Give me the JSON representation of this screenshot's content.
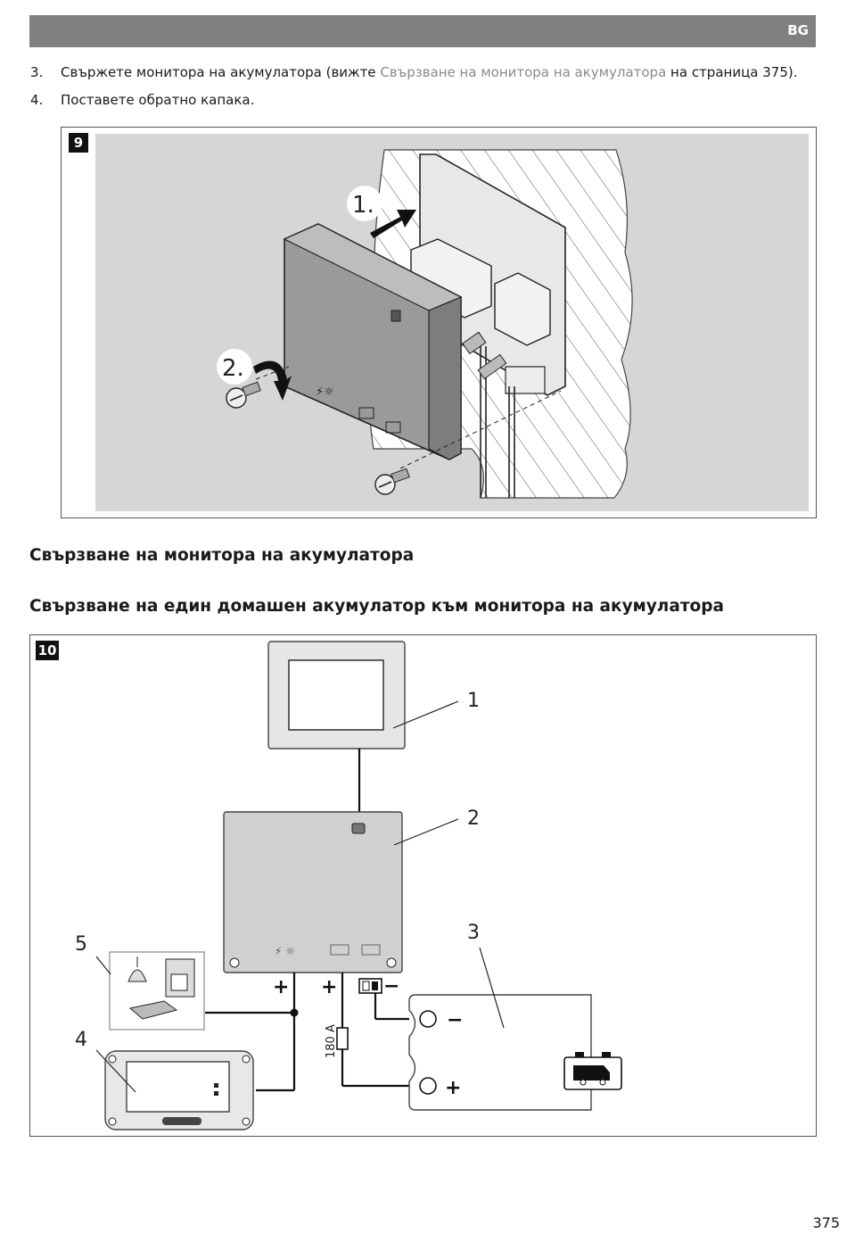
{
  "header": {
    "lang": "BG"
  },
  "steps": [
    {
      "num": "3.",
      "text_before": "Свържете монитора на акумулатора (вижте ",
      "link": "Свързване на монитора на акумулатора",
      "text_after": " на страница 375)."
    },
    {
      "num": "4.",
      "text": "Поставете обратно капака."
    }
  ],
  "figure9": {
    "badge": "9",
    "step1": "1.",
    "step2": "2."
  },
  "sections": {
    "title1": "Свързване на монитора на акумулатора",
    "title2": "Свързване на един домашен акумулатор към монитора на акумулатора"
  },
  "figure10": {
    "badge": "10",
    "callouts": [
      "1",
      "2",
      "3",
      "4",
      "5"
    ],
    "fuse_label": "180 A",
    "plus": "+",
    "minus": "−"
  },
  "page_number": "375"
}
